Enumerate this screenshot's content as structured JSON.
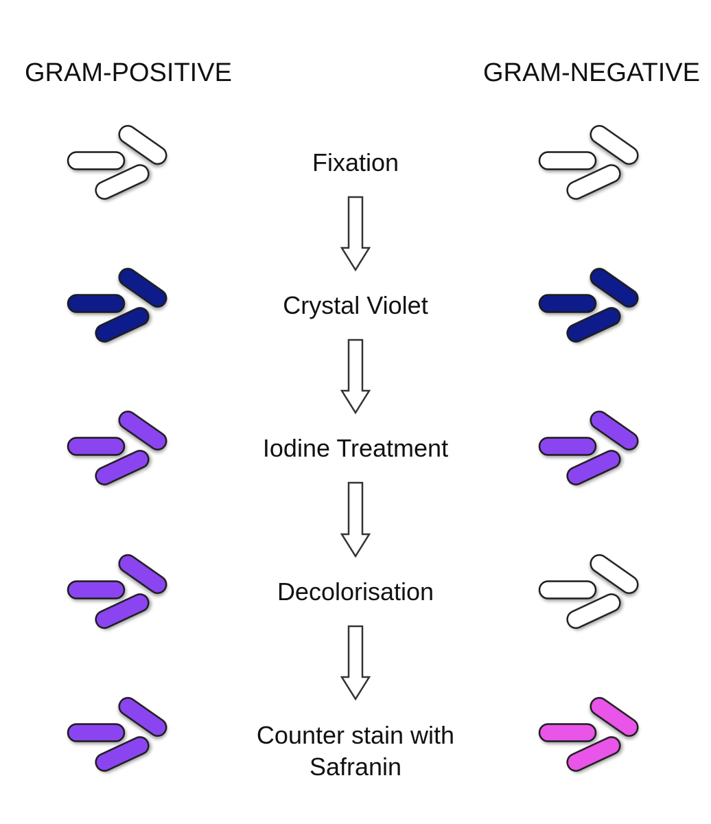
{
  "columns": {
    "left_title": "GRAM-POSITIVE",
    "right_title": "GRAM-NEGATIVE"
  },
  "steps": [
    {
      "label_lines": [
        "Fixation"
      ],
      "left_color": "#ffffff",
      "right_color": "#ffffff"
    },
    {
      "label_lines": [
        "Crystal Violet"
      ],
      "left_color": "#0e1f8a",
      "right_color": "#0e1f8a"
    },
    {
      "label_lines": [
        "Iodine Treatment"
      ],
      "left_color": "#8b45f0",
      "right_color": "#8b45f0"
    },
    {
      "label_lines": [
        "Decolorisation"
      ],
      "left_color": "#8b45f0",
      "right_color": "#ffffff"
    },
    {
      "label_lines": [
        "Counter stain with",
        "Safranin"
      ],
      "left_color": "#8b45f0",
      "right_color": "#e855e8"
    }
  ],
  "colors": {
    "outline": "#1a1a1a",
    "shadow": "#9a9a9a",
    "arrow_fill": "#ffffff",
    "arrow_stroke": "#333333"
  },
  "icons": {
    "cell": "rod-bacteria-cluster-icon",
    "arrow": "down-arrow-icon"
  }
}
